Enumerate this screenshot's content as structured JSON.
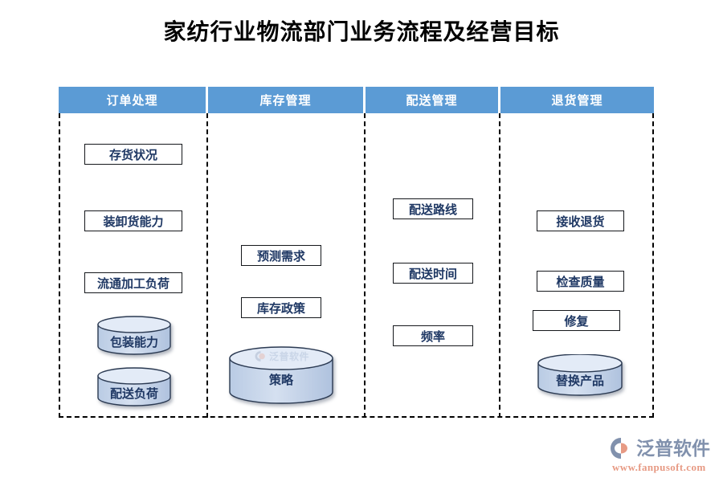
{
  "title": "家纺行业物流部门业务流程及经营目标",
  "colors": {
    "header_blue": "#5B9BD5",
    "node_text": "#1F3864",
    "cylinder_fill": "#C6D4E8",
    "brand_gray": "#8191ad",
    "brand_orange": "#e79a84"
  },
  "columns": [
    {
      "header": "订单处理",
      "nodes": [
        {
          "label": "存货状况",
          "shape": "rect"
        },
        {
          "label": "装卸货能力",
          "shape": "rect"
        },
        {
          "label": "流通加工负荷",
          "shape": "rect"
        },
        {
          "label": "包装能力",
          "shape": "cylinder"
        },
        {
          "label": "配送负荷",
          "shape": "cylinder"
        }
      ]
    },
    {
      "header": "库存管理",
      "nodes": [
        {
          "label": "预测需求",
          "shape": "rect"
        },
        {
          "label": "库存政策",
          "shape": "rect"
        },
        {
          "label": "策略",
          "shape": "cylinder"
        }
      ]
    },
    {
      "header": "配送管理",
      "nodes": [
        {
          "label": "配送路线",
          "shape": "rect"
        },
        {
          "label": "配送时间",
          "shape": "rect"
        },
        {
          "label": "频率",
          "shape": "rect"
        }
      ]
    },
    {
      "header": "退货管理",
      "nodes": [
        {
          "label": "接收退货",
          "shape": "rect"
        },
        {
          "label": "检查质量",
          "shape": "rect"
        },
        {
          "label": "修复",
          "shape": "rect"
        },
        {
          "label": "替换产品",
          "shape": "cylinder"
        }
      ]
    }
  ],
  "watermark": {
    "text": "泛普软件"
  },
  "brand": {
    "name": "泛普软件",
    "url": "www.fanpusoft.com"
  }
}
